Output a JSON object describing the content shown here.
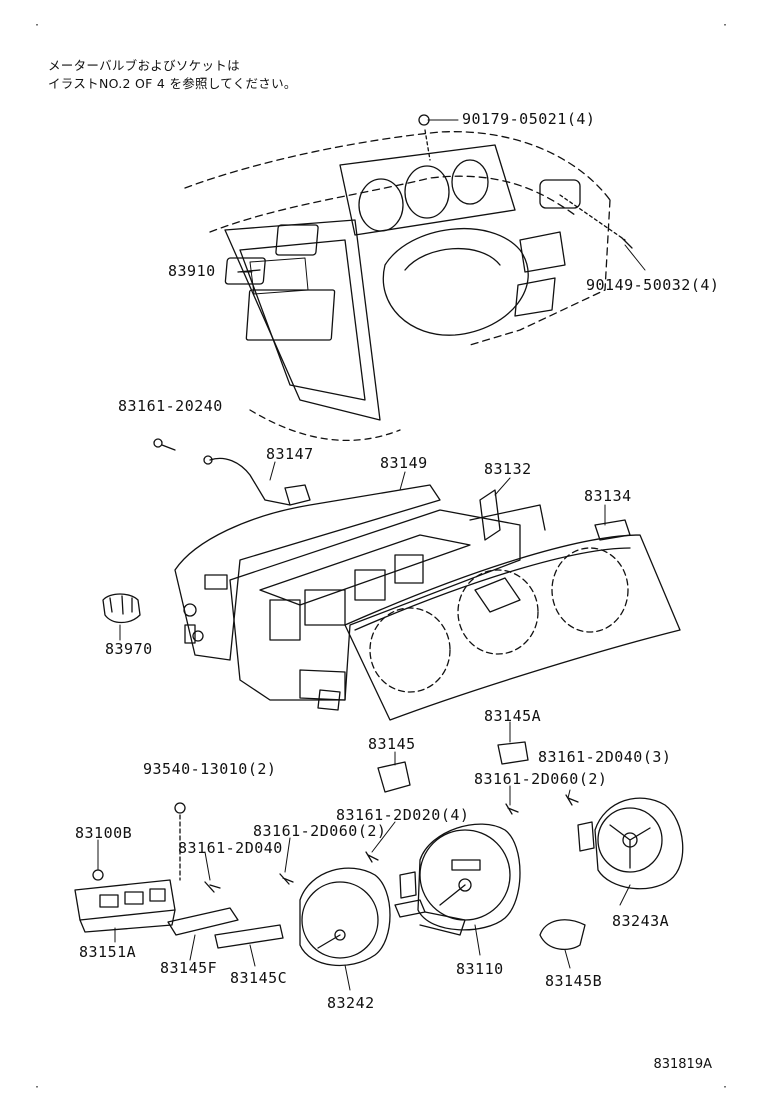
{
  "note": {
    "line1": "メーターバルブおよびソケットは",
    "line2": "イラストNO.2 OF 4 を参照してください。"
  },
  "parts": {
    "p90179": "90179-05021(4)",
    "p90149": "90149-50032(4)",
    "p83910": "83910",
    "p83161_20240": "83161-20240",
    "p83147": "83147",
    "p83149": "83149",
    "p83132": "83132",
    "p83134": "83134",
    "p83970": "83970",
    "p83145A": "83145A",
    "p83145": "83145",
    "p93540": "93540-13010(2)",
    "p83161_2D040_3": "83161-2D040(3)",
    "p83161_2D060_2a": "83161-2D060(2)",
    "p83161_2D020": "83161-2D020(4)",
    "p83161_2D060_2b": "83161-2D060(2)",
    "p83100B": "83100B",
    "p83161_2D040": "83161-2D040",
    "p83151A": "83151A",
    "p83145F": "83145F",
    "p83145C": "83145C",
    "p83242": "83242",
    "p83110": "83110",
    "p83145B": "83145B",
    "p83243A": "83243A"
  },
  "illustration_id": "831819A"
}
